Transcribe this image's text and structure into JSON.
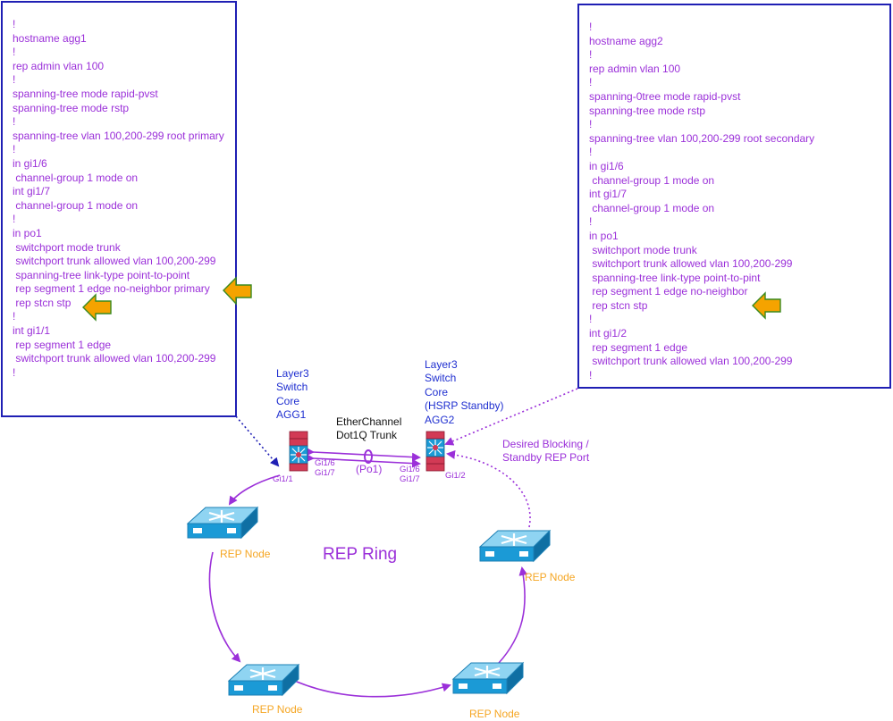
{
  "agg1_config": [
    "!",
    "hostname agg1",
    "!",
    "rep admin vlan 100",
    "!",
    "spanning-tree mode rapid-pvst",
    "spanning-tree mode rstp",
    "!",
    "spanning-tree vlan 100,200-299 root primary",
    "!",
    "in gi1/6",
    " channel-group 1 mode on",
    "int gi1/7",
    " channel-group 1 mode on",
    "!",
    "in po1",
    " switchport mode trunk",
    " switchport trunk allowed vlan 100,200-299",
    " spanning-tree link-type point-to-point",
    " rep segment 1 edge no-neighbor primary",
    " rep stcn stp",
    "!",
    "int gi1/1",
    " rep segment 1 edge",
    " switchport trunk allowed vlan 100,200-299",
    "!"
  ],
  "agg2_config": [
    "!",
    "hostname agg2",
    "!",
    "rep admin vlan 100",
    "!",
    "spanning-0tree mode rapid-pvst",
    "spanning-tree mode rstp",
    "!",
    "spanning-tree vlan 100,200-299 root secondary",
    "!",
    "in gi1/6",
    " channel-group 1 mode on",
    "int gi1/7",
    " channel-group 1 mode on",
    "!",
    "in po1",
    " switchport mode trunk",
    " switchport trunk allowed vlan 100,200-299",
    " spanning-tree link-type point-to-pint",
    " rep segment 1 edge no-neighbor",
    " rep stcn stp",
    "!",
    "int gi1/2",
    " rep segment 1 edge",
    " switchport trunk allowed vlan 100,200-299",
    "!"
  ],
  "labels": {
    "agg1": "Layer3\nSwitch\nCore\nAGG1",
    "agg2": "Layer3\nSwitch\nCore\n(HSRP Standby)\nAGG2",
    "etherchannel": "EtherChannel\nDot1Q Trunk",
    "po1": "(Po1)",
    "desired_blocking": "Desired Blocking /\nStandby REP Port",
    "rep_ring": "REP Ring",
    "rep_node": "REP Node"
  },
  "ports": {
    "agg1_gi1_6_7": "Gi1/6\nGi1/7",
    "agg1_gi1_1": "Gi1/1",
    "agg2_gi1_6_7": "Gi1/6\nGi1/7",
    "agg2_gi1_2": "Gi1/2"
  },
  "colors": {
    "box_border": "#1f1fb4",
    "config_text": "#9b30d9",
    "link": "#9b30d9",
    "orange_arrow": "#f5a300",
    "node_label": "#f5a623",
    "switch_blue": "#1b9ad6",
    "router_red": "#d23a55"
  }
}
